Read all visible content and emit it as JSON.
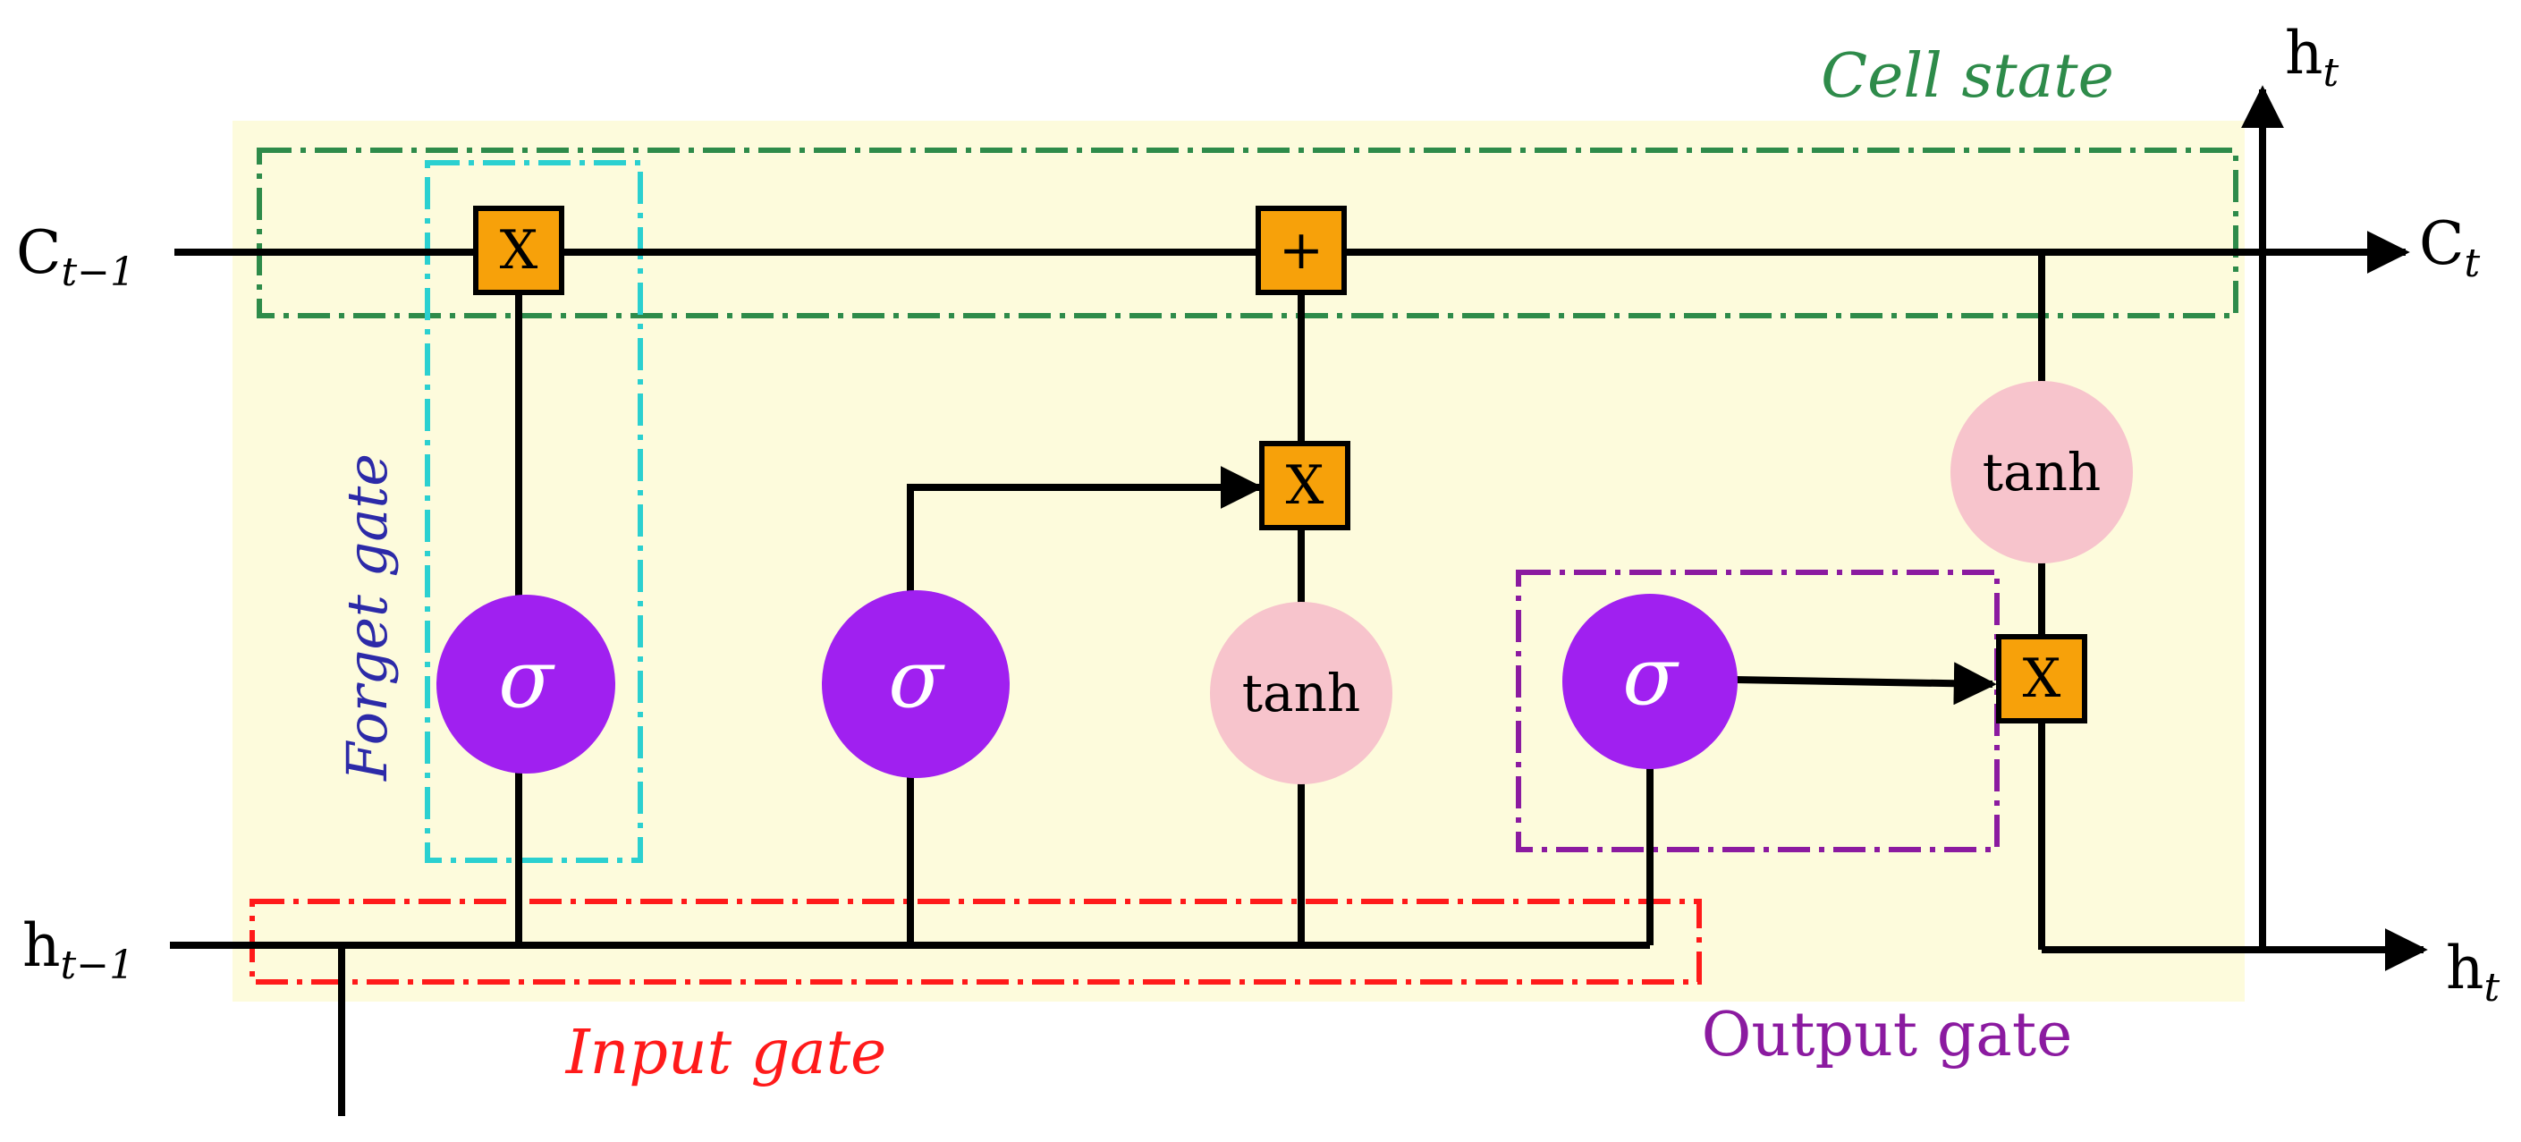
{
  "colors": {
    "background_panel": "#fdfbdc",
    "line": "#000000",
    "op_box": "#f7a10a",
    "sigmoid": "#a020f0",
    "tanh": "#f7c4cc",
    "cell_state": "#2e8b4a",
    "forget_gate": "#2bd0d0",
    "input_gate": "#ff1a1a",
    "output_gate": "#8b1aa0",
    "forget_text": "#2c2aa8"
  },
  "inputs": {
    "c_prev": {
      "base": "C",
      "sub": "t−1"
    },
    "h_prev": {
      "base": "h",
      "sub": "t−1"
    }
  },
  "outputs": {
    "c_out": {
      "base": "C",
      "sub": "t"
    },
    "h_out_top": {
      "base": "h",
      "sub": "t"
    },
    "h_out_right": {
      "base": "h",
      "sub": "t"
    }
  },
  "regions": {
    "cell_state": "Cell state",
    "forget_gate": "Forget gate",
    "input_gate": "Input gate",
    "output_gate": "Output gate"
  },
  "ops": {
    "multiply": "X",
    "add": "+",
    "sigma": "σ",
    "tanh": "tanh"
  }
}
